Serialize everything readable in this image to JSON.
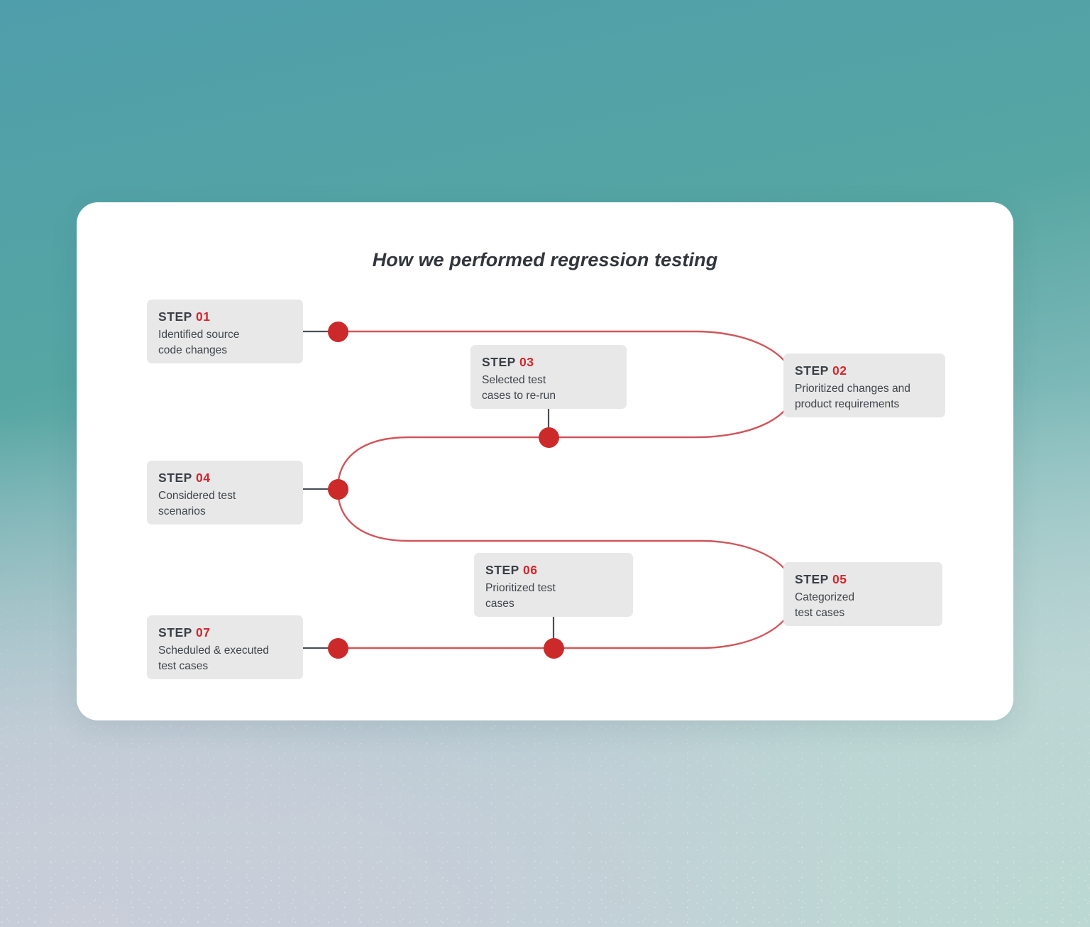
{
  "diagram": {
    "title": "How we performed regression testing",
    "colors": {
      "accent_red": "#cc2a2a",
      "step_number_red": "#d6252b",
      "box_background": "#e8e8e8",
      "card_background": "#ffffff",
      "connector_gray": "#4a4f57",
      "path_red": "#d1555a",
      "title_text": "#31353c"
    },
    "steps": [
      {
        "label": "STEP",
        "number": "01",
        "description": "Identified source\ncode changes"
      },
      {
        "label": "STEP",
        "number": "02",
        "description": "Prioritized changes and\nproduct requirements"
      },
      {
        "label": "STEP",
        "number": "03",
        "description": "Selected test\ncases to re-run"
      },
      {
        "label": "STEP",
        "number": "04",
        "description": "Considered test\nscenarios"
      },
      {
        "label": "STEP",
        "number": "05",
        "description": "Categorized\ntest cases"
      },
      {
        "label": "STEP",
        "number": "06",
        "description": "Prioritized test\ncases"
      },
      {
        "label": "STEP",
        "number": "07",
        "description": "Scheduled & executed\ntest cases"
      }
    ]
  }
}
